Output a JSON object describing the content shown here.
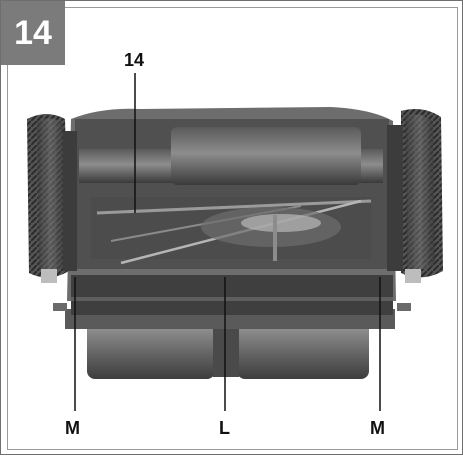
{
  "figure": {
    "number": "14",
    "callouts": {
      "top": "14",
      "left": "M",
      "center": "L",
      "right": "M"
    }
  }
}
